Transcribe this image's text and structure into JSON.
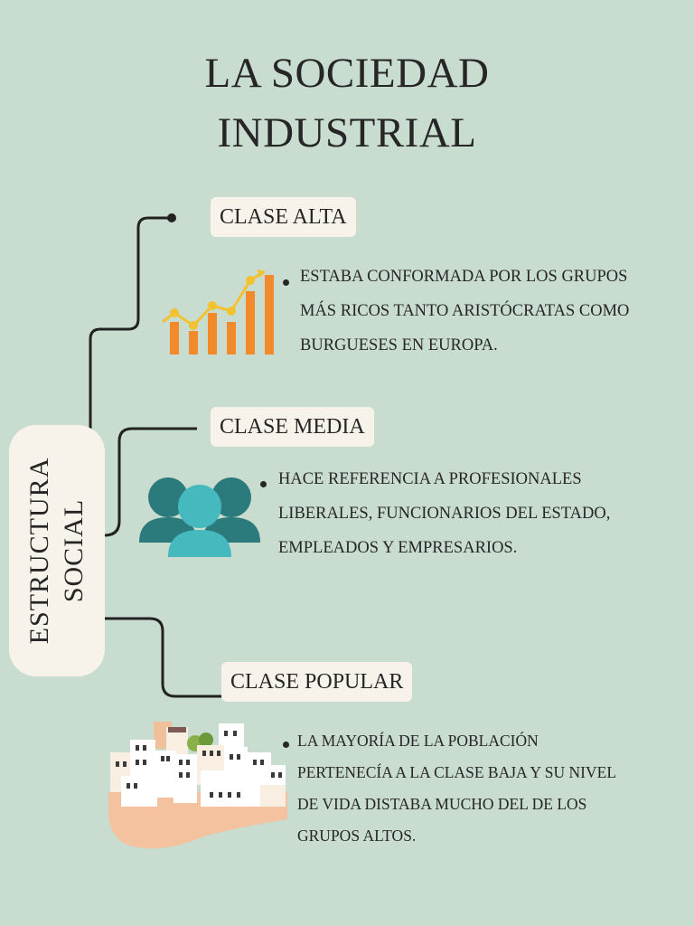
{
  "title": {
    "line1": "LA SOCIEDAD",
    "line2": "INDUSTRIAL"
  },
  "center": {
    "line1": "ESTRUCTURA",
    "line2": "SOCIAL"
  },
  "branches": [
    {
      "label": "CLASE ALTA",
      "icon": "bar-chart-growth-icon",
      "lines": [
        "ESTABA CONFORMADA POR LOS GRUPOS",
        "MÁS RICOS TANTO ARISTÓCRATAS COMO",
        "BURGUESES EN EUROPA."
      ]
    },
    {
      "label": "CLASE MEDIA",
      "icon": "people-group-icon",
      "lines": [
        "HACE REFERENCIA A PROFESIONALES",
        "LIBERALES, FUNCIONARIOS DEL ESTADO,",
        "EMPLEADOS Y EMPRESARIOS."
      ]
    },
    {
      "label": "CLASE POPULAR",
      "icon": "town-buildings-icon",
      "lines": [
        "LA MAYORÍA DE LA POBLACIÓN",
        "PERTENECÍA A LA CLASE BAJA Y SU NIVEL",
        "DE VIDA DISTABA MUCHO DEL DE LOS",
        "GRUPOS ALTOS."
      ]
    }
  ],
  "colors": {
    "background": "#c9dcd0",
    "box": "#f7f3ea",
    "bars": "#f28a2c",
    "trend": "#f2c230",
    "people_dark": "#2b7a7c",
    "people_light": "#45b9bd",
    "ground": "#f4c29e"
  }
}
